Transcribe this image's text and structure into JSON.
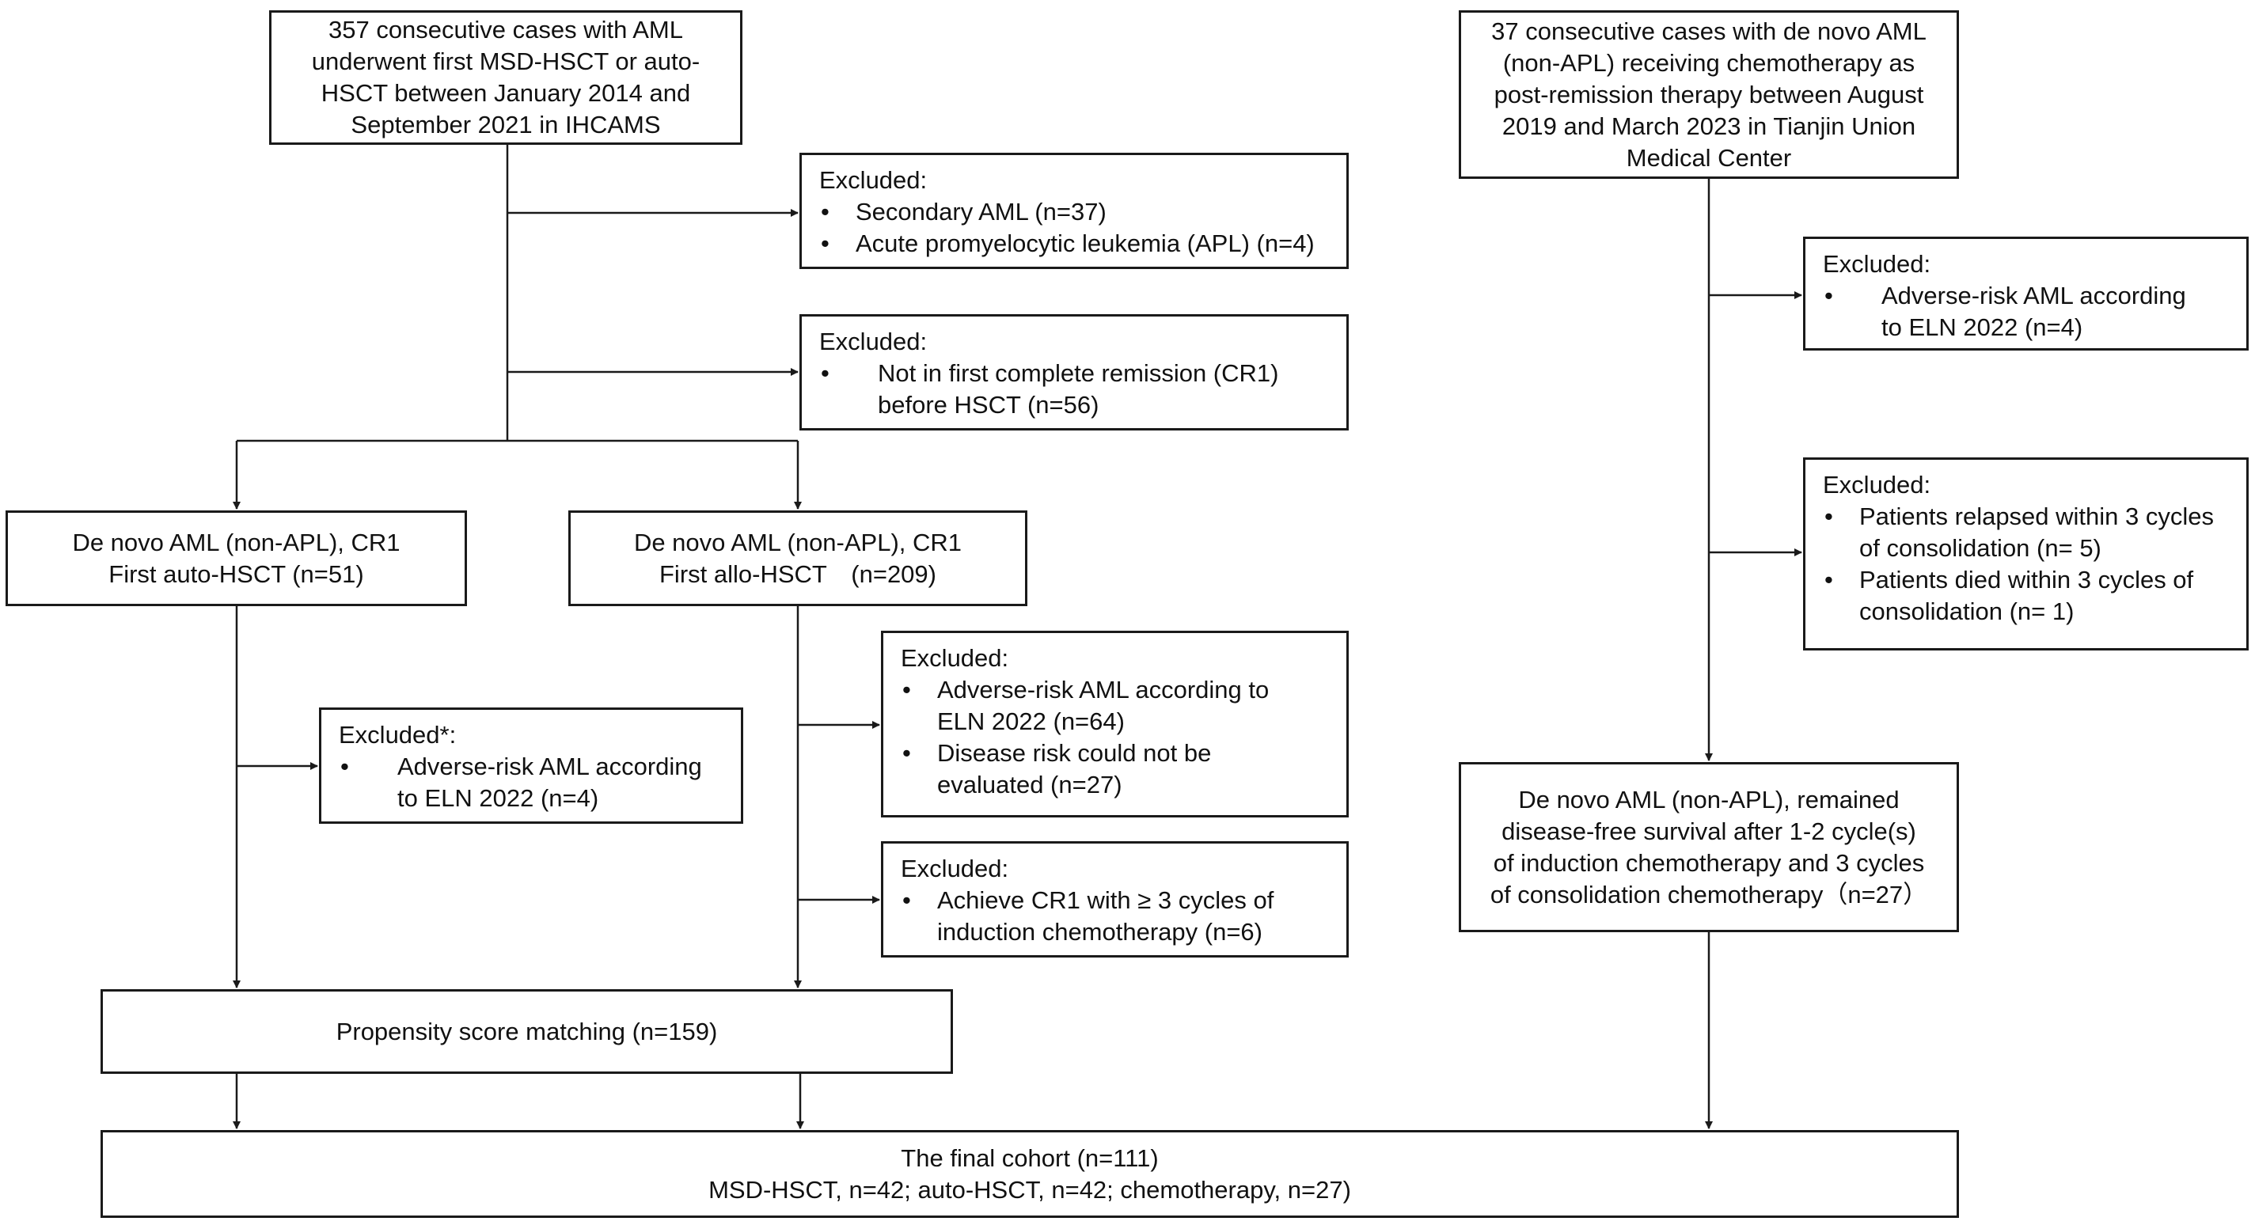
{
  "colors": {
    "line": "#1a1a1a",
    "box_border": "#1a1a1a",
    "background": "#ffffff"
  },
  "boxes": {
    "ihcams_source": {
      "lines": [
        "357 consecutive cases with AML",
        "underwent first MSD-HSCT or auto-",
        "HSCT between January 2014 and",
        "September 2021 in IHCAMS"
      ]
    },
    "tianjin_source": {
      "lines": [
        "37 consecutive cases with de novo AML",
        "(non-APL) receiving chemotherapy as",
        "post-remission therapy between August",
        "2019 and March 2023 in Tianjin Union",
        "Medical Center"
      ]
    },
    "excluded_secondary": {
      "heading": "Excluded:",
      "items": [
        "Secondary AML (n=37)",
        "Acute promyelocytic leukemia (APL) (n=4)"
      ]
    },
    "excluded_not_cr1": {
      "heading": "Excluded:",
      "items": [
        [
          "Not in first complete remission (CR1)",
          "before HSCT (n=56)"
        ]
      ]
    },
    "auto_group": {
      "lines": [
        "De novo AML (non-APL), CR1",
        "First auto-HSCT (n=51)"
      ]
    },
    "allo_group": {
      "lines": [
        "De novo AML (non-APL), CR1",
        "First allo-HSCT　(n=209)"
      ]
    },
    "excluded_auto_adverse": {
      "heading": "Excluded*:",
      "items": [
        [
          "Adverse-risk AML according",
          "to ELN 2022  (n=4)"
        ]
      ]
    },
    "excluded_allo_risk": {
      "heading": "Excluded:",
      "items": [
        [
          "Adverse-risk AML according to",
          "ELN 2022  (n=64)"
        ],
        [
          "Disease risk could not be",
          "evaluated (n=27)"
        ]
      ]
    },
    "excluded_allo_cycles": {
      "heading": "Excluded:",
      "items": [
        [
          "Achieve CR1 with ≥ 3 cycles of",
          "induction chemotherapy (n=6)"
        ]
      ]
    },
    "excluded_chemo_adverse": {
      "heading": "Excluded:",
      "items": [
        [
          "Adverse-risk AML according",
          "to ELN 2022  (n=4)"
        ]
      ]
    },
    "excluded_chemo_relapse": {
      "heading": "Excluded:",
      "items": [
        [
          "Patients relapsed within 3 cycles",
          "of consolidation (n= 5)"
        ],
        [
          "Patients died within 3 cycles of",
          "consolidation (n= 1)"
        ]
      ]
    },
    "chemo_group": {
      "lines": [
        "De novo AML (non-APL), remained",
        "disease-free survival after 1-2 cycle(s)",
        "of induction chemotherapy and 3 cycles",
        "of consolidation chemotherapy（n=27）"
      ]
    },
    "psm": {
      "lines": [
        "Propensity score matching (n=159)"
      ]
    },
    "final_cohort": {
      "lines": [
        "The final cohort (n=111)",
        "MSD-HSCT, n=42; auto-HSCT, n=42; chemotherapy, n=27)"
      ]
    }
  }
}
